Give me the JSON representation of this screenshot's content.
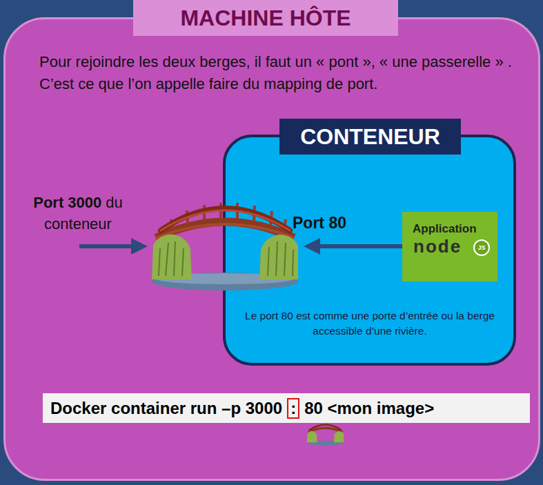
{
  "diagram": {
    "nodes": [
      {
        "text": [
          "MACHINE HÔTE",
          "Pour rejoindre les deux berges, il faut un « pont », « une passerelle » . C’est ce que l’on appelle faire du mapping de port."
        ]
      },
      {
        "text": [
          "CONTENEUR",
          "Le port 80 est comme une porte d’entrée ou la berge accessible d’une rivière."
        ],
        "in": 0
      },
      {
        "text": [
          "Application",
          "node",
          "JS"
        ],
        "in": 1
      },
      {
        "text": [
          "Docker container run –p 3000",
          ":",
          "80 <mon image>"
        ],
        "in": 0
      }
    ],
    "labels": [
      "Port 3000",
      "du conteneur",
      "Port 80"
    ]
  }
}
